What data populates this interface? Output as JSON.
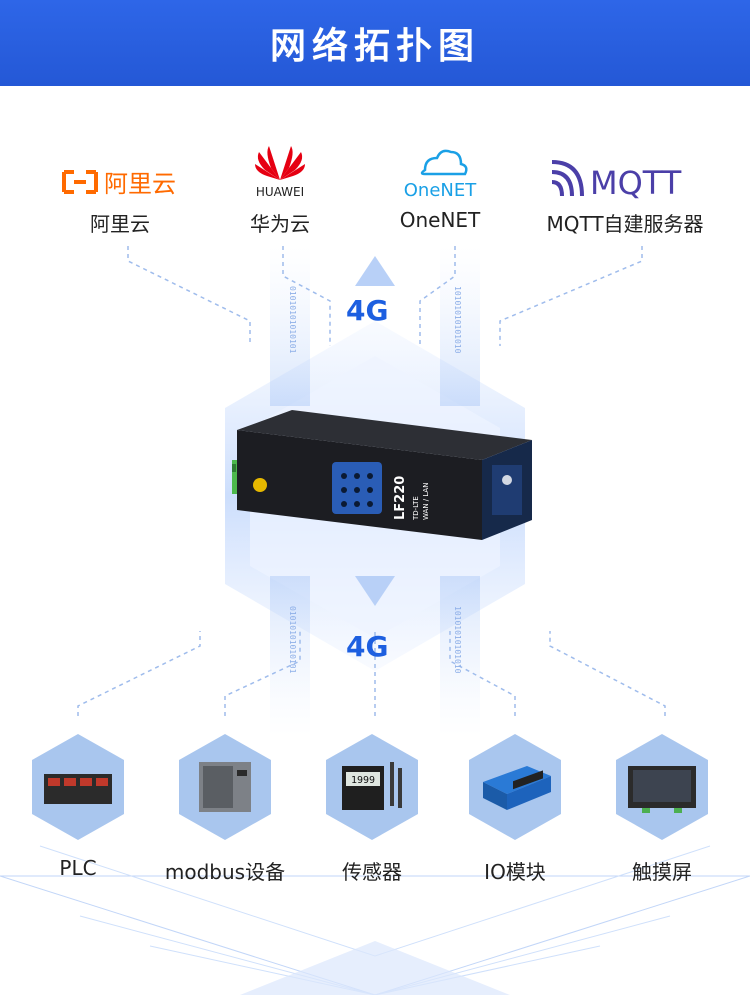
{
  "header": {
    "title": "网络拓扑图"
  },
  "clouds": [
    {
      "name": "aliyun",
      "logo_text": "阿里云",
      "label": "阿里云",
      "color": "#ff6a00"
    },
    {
      "name": "huawei",
      "logo_text": "HUAWEI",
      "label": "华为云",
      "color": "#e60012"
    },
    {
      "name": "onenet",
      "logo_text": "OneNET",
      "label": "OneNET",
      "color": "#1aa0e6"
    },
    {
      "name": "mqtt",
      "logo_text": "MQTT",
      "label": "MQTT自建服务器",
      "color": "#4b3fa8"
    }
  ],
  "network": {
    "top_label": "4G",
    "bottom_label": "4G"
  },
  "router": {
    "model": "LF220",
    "subtitle": "TD-LTE",
    "sub2": "WAN / LAN"
  },
  "devices": [
    {
      "name": "plc",
      "label": "PLC"
    },
    {
      "name": "modbus",
      "label": "modbus设备"
    },
    {
      "name": "sensor",
      "label": "传感器",
      "display": "1999"
    },
    {
      "name": "io",
      "label": "IO模块"
    },
    {
      "name": "touch",
      "label": "触摸屏"
    }
  ],
  "colors": {
    "accent": "#1d5fe0",
    "header": "#2a60e0",
    "hex": "#a9c6ee"
  }
}
